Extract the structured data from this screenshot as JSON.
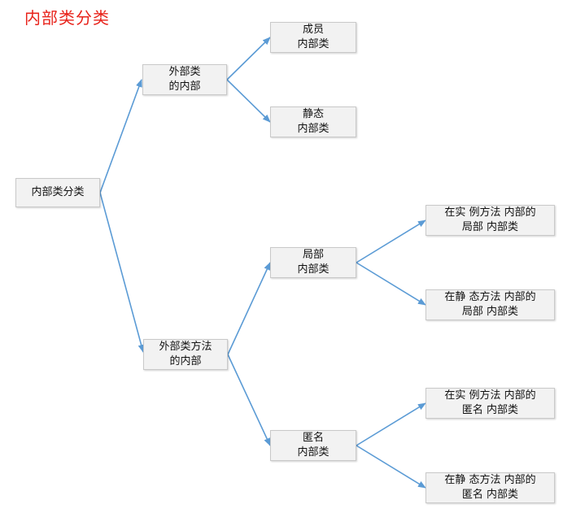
{
  "title": "内部类分类",
  "nodes": {
    "root": "内部类分类",
    "outer": "外部类\n的内部",
    "member": "成员\n内部类",
    "static": "静态\n内部类",
    "outer_method": "外部类方法\n的内部",
    "local": "局部\n内部类",
    "local_instance": "在实 例方法 内部的\n局部 内部类",
    "local_static": "在静 态方法 内部的\n局部 内部类",
    "anon": "匿名\n内部类",
    "anon_instance": "在实 例方法 内部的\n匿名 内部类",
    "anon_static": "在静 态方法 内部的\n匿名 内部类"
  },
  "edges": [
    [
      "root",
      "outer"
    ],
    [
      "root",
      "outer_method"
    ],
    [
      "outer",
      "member"
    ],
    [
      "outer",
      "static"
    ],
    [
      "outer_method",
      "local"
    ],
    [
      "outer_method",
      "anon"
    ],
    [
      "local",
      "local_instance"
    ],
    [
      "local",
      "local_static"
    ],
    [
      "anon",
      "anon_instance"
    ],
    [
      "anon",
      "anon_static"
    ]
  ],
  "colors": {
    "title": "#e8231b",
    "edge": "#5b9bd5",
    "node_fill": "#f2f2f2",
    "node_border": "#c9c9c9"
  }
}
